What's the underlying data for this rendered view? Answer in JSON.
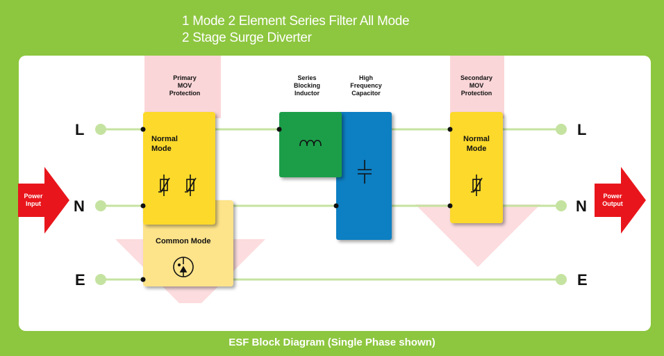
{
  "header": {
    "title_line1": "1 Mode 2 Element Series Filter All Mode",
    "title_line2": "2 Stage Surge Diverter"
  },
  "labels": {
    "primary_mov": [
      "Primary",
      "MOV",
      "Protection"
    ],
    "series_inductor": [
      "Series",
      "Blocking",
      "Inductor"
    ],
    "hf_capacitor": [
      "High",
      "Frequency",
      "Capacitor"
    ],
    "secondary_mov": [
      "Secondary",
      "MOV",
      "Protection"
    ],
    "normal_mode_left": [
      "Normal",
      "Mode"
    ],
    "normal_mode_right": [
      "Normal",
      "Mode"
    ],
    "common_mode": "Common Mode"
  },
  "terminals": {
    "left": [
      "L",
      "N",
      "E"
    ],
    "right": [
      "L",
      "N",
      "E"
    ]
  },
  "arrows": {
    "input": [
      "Power",
      "Input"
    ],
    "output": [
      "Power",
      "Output"
    ]
  },
  "caption": "ESF Block Diagram (Single Phase shown)",
  "colors": {
    "background_green": "#8dc63f",
    "line_green": "#c5e3a0",
    "yellow_box": "#fcd92a",
    "common_mode_box": "#fde38a",
    "inductor_green": "#1f9e48",
    "capacitor_blue": "#0a7fc3",
    "power_arrow_red": "#e8161c",
    "pink_shade": "#fbd6d8"
  },
  "icons": [
    "inductor-coil-icon",
    "capacitor-icon",
    "varistor-icon",
    "gas-discharge-tube-icon"
  ]
}
